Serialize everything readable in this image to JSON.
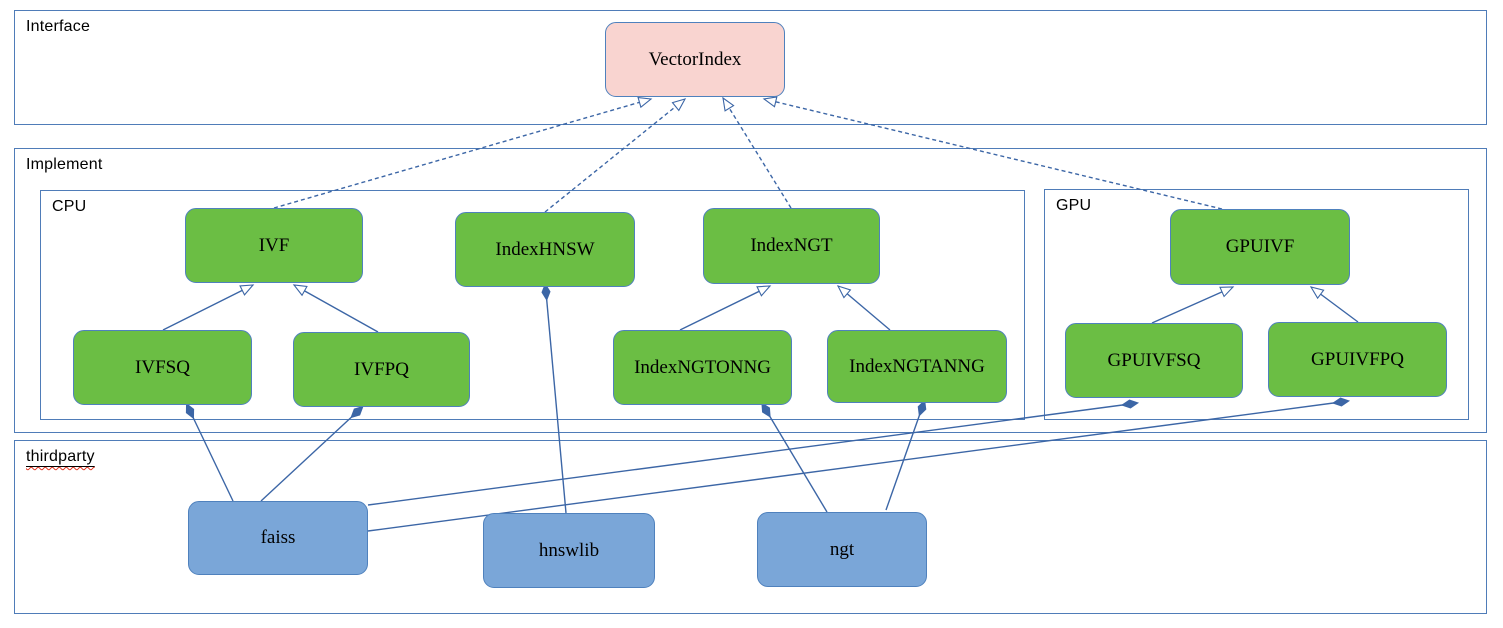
{
  "diagram": {
    "containers": {
      "interface": {
        "label": "Interface"
      },
      "implement": {
        "label": "Implement"
      },
      "cpu": {
        "label": "CPU"
      },
      "gpu": {
        "label": "GPU"
      },
      "thirdparty": {
        "label": "thirdparty",
        "spellcheck_underline": true
      }
    },
    "nodes": {
      "vectorindex": {
        "label": "VectorIndex",
        "fill": "#f9d4d0",
        "container": "interface"
      },
      "ivf": {
        "label": "IVF",
        "fill": "#6bbe44",
        "container": "cpu"
      },
      "indexhnsw": {
        "label": "IndexHNSW",
        "fill": "#6bbe44",
        "container": "cpu"
      },
      "indexngt": {
        "label": "IndexNGT",
        "fill": "#6bbe44",
        "container": "cpu"
      },
      "ivfsq": {
        "label": "IVFSQ",
        "fill": "#6bbe44",
        "container": "cpu"
      },
      "ivfpq": {
        "label": "IVFPQ",
        "fill": "#6bbe44",
        "container": "cpu"
      },
      "indexngtonng": {
        "label": "IndexNGTONNG",
        "fill": "#6bbe44",
        "container": "cpu"
      },
      "indexngtanng": {
        "label": "IndexNGTANNG",
        "fill": "#6bbe44",
        "container": "cpu"
      },
      "gpuivf": {
        "label": "GPUIVF",
        "fill": "#6bbe44",
        "container": "gpu"
      },
      "gpuivfsq": {
        "label": "GPUIVFSQ",
        "fill": "#6bbe44",
        "container": "gpu"
      },
      "gpuivfpq": {
        "label": "GPUIVFPQ",
        "fill": "#6bbe44",
        "container": "gpu"
      },
      "faiss": {
        "label": "faiss",
        "fill": "#7aa6d8",
        "container": "thirdparty"
      },
      "hnswlib": {
        "label": "hnswlib",
        "fill": "#7aa6d8",
        "container": "thirdparty"
      },
      "ngt": {
        "label": "ngt",
        "fill": "#7aa6d8",
        "container": "thirdparty"
      }
    },
    "edges": [
      {
        "from": "IVF",
        "to": "VectorIndex",
        "type": "realization-dashed-hollow-arrow"
      },
      {
        "from": "IndexHNSW",
        "to": "VectorIndex",
        "type": "realization-dashed-hollow-arrow"
      },
      {
        "from": "IndexNGT",
        "to": "VectorIndex",
        "type": "realization-dashed-hollow-arrow"
      },
      {
        "from": "GPUIVF",
        "to": "VectorIndex",
        "type": "realization-dashed-hollow-arrow"
      },
      {
        "from": "IVFSQ",
        "to": "IVF",
        "type": "generalization-hollow-arrow"
      },
      {
        "from": "IVFPQ",
        "to": "IVF",
        "type": "generalization-hollow-arrow"
      },
      {
        "from": "IndexNGTONNG",
        "to": "IndexNGT",
        "type": "generalization-hollow-arrow"
      },
      {
        "from": "IndexNGTANNG",
        "to": "IndexNGT",
        "type": "generalization-hollow-arrow"
      },
      {
        "from": "GPUIVFSQ",
        "to": "GPUIVF",
        "type": "generalization-hollow-arrow"
      },
      {
        "from": "GPUIVFPQ",
        "to": "GPUIVF",
        "type": "generalization-hollow-arrow"
      },
      {
        "from": "faiss",
        "to": "IVFSQ",
        "type": "composition-filled-diamond"
      },
      {
        "from": "faiss",
        "to": "IVFPQ",
        "type": "composition-filled-diamond"
      },
      {
        "from": "faiss",
        "to": "GPUIVFSQ",
        "type": "composition-filled-diamond"
      },
      {
        "from": "faiss",
        "to": "GPUIVFPQ",
        "type": "composition-filled-diamond"
      },
      {
        "from": "hnswlib",
        "to": "IndexHNSW",
        "type": "composition-filled-diamond"
      },
      {
        "from": "ngt",
        "to": "IndexNGTONNG",
        "type": "composition-filled-diamond"
      },
      {
        "from": "ngt",
        "to": "IndexNGTANNG",
        "type": "composition-filled-diamond"
      }
    ],
    "colors": {
      "interface_node_fill": "#f9d4d0",
      "implement_node_fill": "#6bbe44",
      "thirdparty_node_fill": "#7aa6d8",
      "node_border": "#4f81bd",
      "container_border": "#4f7cb8",
      "connector": "#3c66a6",
      "spellcheck_red": "#e0321e",
      "text": "#000000",
      "background": "#ffffff"
    }
  }
}
